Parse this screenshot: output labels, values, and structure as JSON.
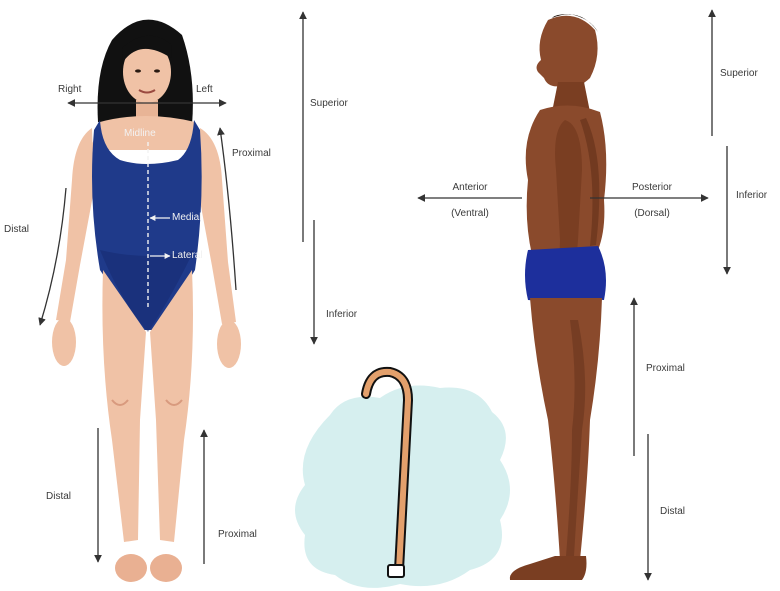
{
  "colors": {
    "background": "#ffffff",
    "skin_light": "#f0c2a6",
    "skin_shadow": "#d89a7e",
    "skin_dark": "#8a4a2c",
    "skin_dark_shadow": "#5e2e18",
    "hair": "#111111",
    "swimsuit": "#1f3a8a",
    "swimsuit_shadow": "#14286a",
    "briefs": "#1d2f9c",
    "arrow": "#333333",
    "cloud": "#d6efef",
    "cane_fill": "#e3a06c",
    "cane_outline": "#111111"
  },
  "labels": {
    "right": "Right",
    "left": "Left",
    "midline": "Midline",
    "proximal_arm_front": "Proximal",
    "distal_arm_front": "Distal",
    "medial": "Medial",
    "lateral": "Lateral",
    "superior_front": "Superior",
    "inferior_front": "Inferior",
    "distal_leg_front": "Distal",
    "proximal_leg_front": "Proximal",
    "anterior": "Anterior",
    "ventral": "(Ventral)",
    "posterior": "Posterior",
    "dorsal": "(Dorsal)",
    "superior_side": "Superior",
    "inferior_side": "Inferior",
    "proximal_leg_side": "Proximal",
    "distal_leg_side": "Distal"
  },
  "icons": {
    "cloud": "cloud-shape",
    "cane": "cane-icon"
  }
}
